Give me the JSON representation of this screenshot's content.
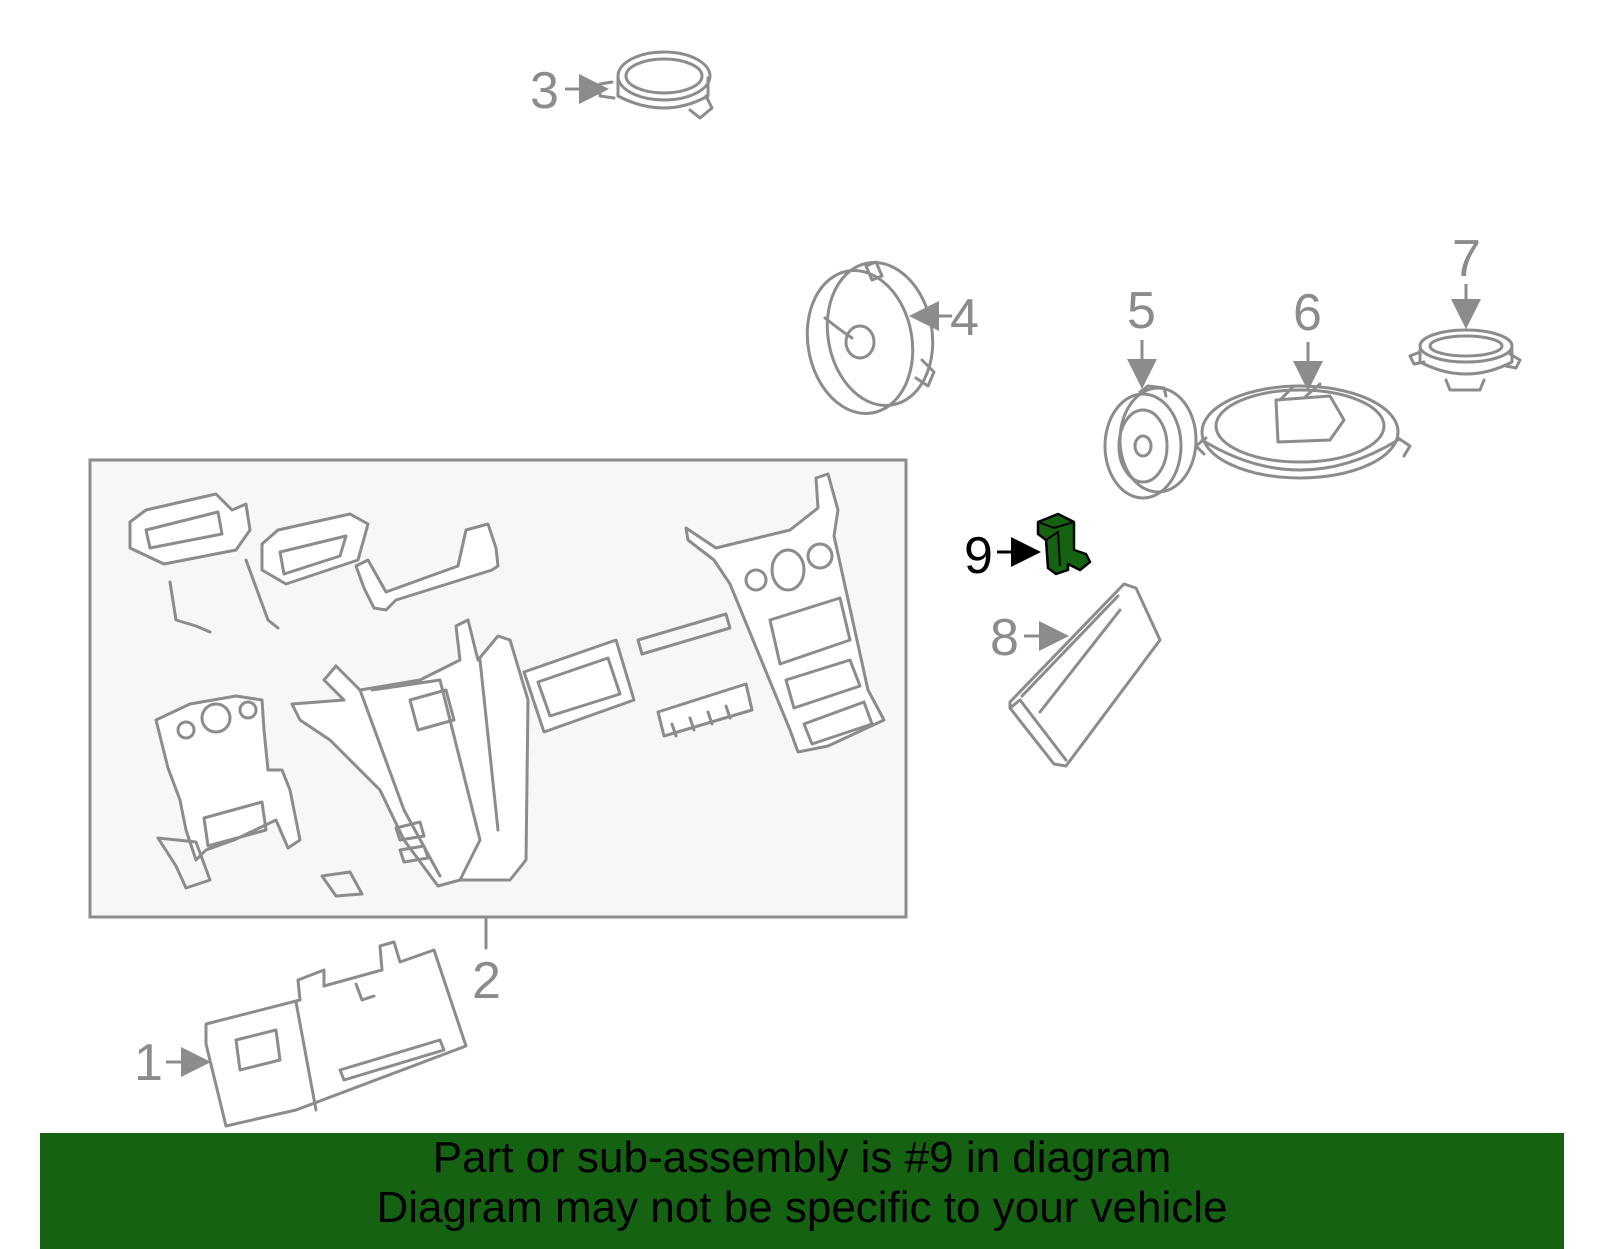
{
  "diagram": {
    "callouts": [
      "1",
      "2",
      "3",
      "4",
      "5",
      "6",
      "7",
      "8",
      "9"
    ],
    "highlighted_part": "9",
    "highlight_color": "#156213"
  },
  "banner": {
    "line1": "Part or sub-assembly is #9 in diagram",
    "line2": "Diagram may not be specific to your vehicle",
    "background": "#156213"
  }
}
